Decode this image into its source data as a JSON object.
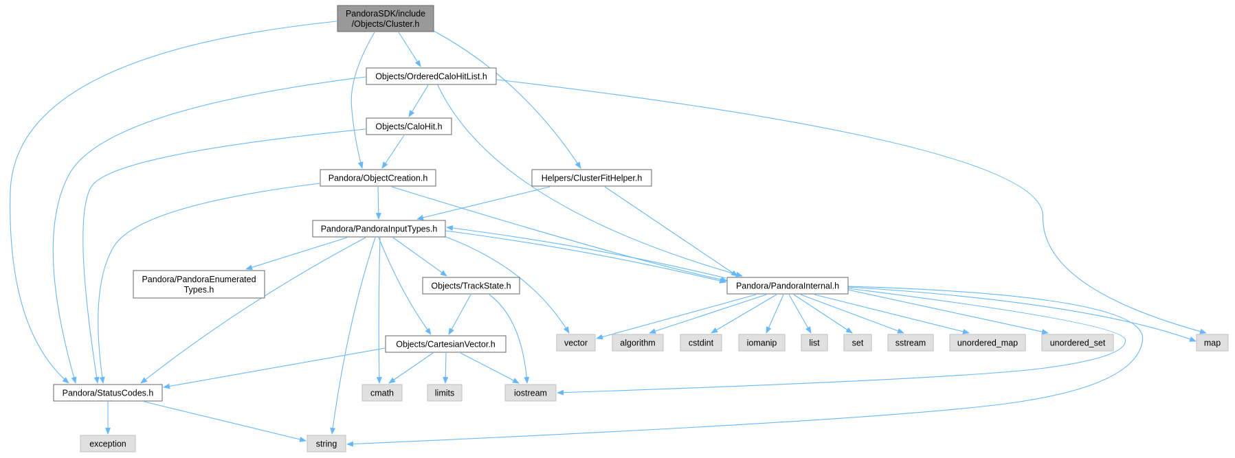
{
  "colors": {
    "edge": "#63b8ff",
    "root_fill": "#999999",
    "local_fill": "#ffffff",
    "system_fill": "#e0e0e0",
    "border": "#666666",
    "system_border": "#bfbfbf"
  },
  "nodes": [
    {
      "id": "cluster_h",
      "kind": "root",
      "lines": [
        "PandoraSDK/include",
        "/Objects/Cluster.h"
      ]
    },
    {
      "id": "ordered_calo_hit_list_h",
      "kind": "local",
      "lines": [
        "Objects/OrderedCaloHitList.h"
      ]
    },
    {
      "id": "calo_hit_h",
      "kind": "local",
      "lines": [
        "Objects/CaloHit.h"
      ]
    },
    {
      "id": "object_creation_h",
      "kind": "local",
      "lines": [
        "Pandora/ObjectCreation.h"
      ]
    },
    {
      "id": "cluster_fit_helper_h",
      "kind": "local",
      "lines": [
        "Helpers/ClusterFitHelper.h"
      ]
    },
    {
      "id": "pandora_input_types_h",
      "kind": "local",
      "lines": [
        "Pandora/PandoraInputTypes.h"
      ]
    },
    {
      "id": "pandora_enumerated_types_h",
      "kind": "local",
      "lines": [
        "Pandora/PandoraEnumerated",
        "Types.h"
      ]
    },
    {
      "id": "track_state_h",
      "kind": "local",
      "lines": [
        "Objects/TrackState.h"
      ]
    },
    {
      "id": "pandora_internal_h",
      "kind": "local",
      "lines": [
        "Pandora/PandoraInternal.h"
      ]
    },
    {
      "id": "cartesian_vector_h",
      "kind": "local",
      "lines": [
        "Objects/CartesianVector.h"
      ]
    },
    {
      "id": "status_codes_h",
      "kind": "local",
      "lines": [
        "Pandora/StatusCodes.h"
      ]
    },
    {
      "id": "vector",
      "kind": "system",
      "lines": [
        "vector"
      ]
    },
    {
      "id": "algorithm",
      "kind": "system",
      "lines": [
        "algorithm"
      ]
    },
    {
      "id": "cstdint",
      "kind": "system",
      "lines": [
        "cstdint"
      ]
    },
    {
      "id": "iomanip",
      "kind": "system",
      "lines": [
        "iomanip"
      ]
    },
    {
      "id": "list",
      "kind": "system",
      "lines": [
        "list"
      ]
    },
    {
      "id": "set",
      "kind": "system",
      "lines": [
        "set"
      ]
    },
    {
      "id": "sstream",
      "kind": "system",
      "lines": [
        "sstream"
      ]
    },
    {
      "id": "unordered_map",
      "kind": "system",
      "lines": [
        "unordered_map"
      ]
    },
    {
      "id": "unordered_set",
      "kind": "system",
      "lines": [
        "unordered_set"
      ]
    },
    {
      "id": "map",
      "kind": "system",
      "lines": [
        "map"
      ]
    },
    {
      "id": "cmath",
      "kind": "system",
      "lines": [
        "cmath"
      ]
    },
    {
      "id": "limits",
      "kind": "system",
      "lines": [
        "limits"
      ]
    },
    {
      "id": "iostream",
      "kind": "system",
      "lines": [
        "iostream"
      ]
    },
    {
      "id": "exception",
      "kind": "system",
      "lines": [
        "exception"
      ]
    },
    {
      "id": "string",
      "kind": "system",
      "lines": [
        "string"
      ]
    }
  ],
  "edges": [
    {
      "from": "cluster_h",
      "to": "ordered_calo_hit_list_h"
    },
    {
      "from": "cluster_h",
      "to": "object_creation_h"
    },
    {
      "from": "cluster_h",
      "to": "cluster_fit_helper_h"
    },
    {
      "from": "cluster_h",
      "to": "status_codes_h"
    },
    {
      "from": "ordered_calo_hit_list_h",
      "to": "calo_hit_h"
    },
    {
      "from": "ordered_calo_hit_list_h",
      "to": "pandora_internal_h"
    },
    {
      "from": "ordered_calo_hit_list_h",
      "to": "status_codes_h"
    },
    {
      "from": "ordered_calo_hit_list_h",
      "to": "map"
    },
    {
      "from": "calo_hit_h",
      "to": "object_creation_h"
    },
    {
      "from": "calo_hit_h",
      "to": "status_codes_h"
    },
    {
      "from": "object_creation_h",
      "to": "pandora_input_types_h"
    },
    {
      "from": "object_creation_h",
      "to": "pandora_internal_h"
    },
    {
      "from": "object_creation_h",
      "to": "status_codes_h"
    },
    {
      "from": "cluster_fit_helper_h",
      "to": "pandora_input_types_h"
    },
    {
      "from": "cluster_fit_helper_h",
      "to": "pandora_internal_h"
    },
    {
      "from": "pandora_input_types_h",
      "to": "pandora_enumerated_types_h"
    },
    {
      "from": "pandora_input_types_h",
      "to": "track_state_h"
    },
    {
      "from": "pandora_input_types_h",
      "to": "cartesian_vector_h"
    },
    {
      "from": "pandora_input_types_h",
      "to": "pandora_internal_h"
    },
    {
      "from": "pandora_input_types_h",
      "to": "status_codes_h"
    },
    {
      "from": "pandora_input_types_h",
      "to": "vector"
    },
    {
      "from": "pandora_input_types_h",
      "to": "cmath"
    },
    {
      "from": "pandora_input_types_h",
      "to": "string"
    },
    {
      "from": "track_state_h",
      "to": "cartesian_vector_h"
    },
    {
      "from": "track_state_h",
      "to": "iostream"
    },
    {
      "from": "cartesian_vector_h",
      "to": "status_codes_h"
    },
    {
      "from": "cartesian_vector_h",
      "to": "cmath"
    },
    {
      "from": "cartesian_vector_h",
      "to": "limits"
    },
    {
      "from": "cartesian_vector_h",
      "to": "iostream"
    },
    {
      "from": "pandora_internal_h",
      "to": "pandora_input_types_h"
    },
    {
      "from": "pandora_internal_h",
      "to": "vector"
    },
    {
      "from": "pandora_internal_h",
      "to": "algorithm"
    },
    {
      "from": "pandora_internal_h",
      "to": "cstdint"
    },
    {
      "from": "pandora_internal_h",
      "to": "iomanip"
    },
    {
      "from": "pandora_internal_h",
      "to": "list"
    },
    {
      "from": "pandora_internal_h",
      "to": "set"
    },
    {
      "from": "pandora_internal_h",
      "to": "sstream"
    },
    {
      "from": "pandora_internal_h",
      "to": "unordered_map"
    },
    {
      "from": "pandora_internal_h",
      "to": "unordered_set"
    },
    {
      "from": "pandora_internal_h",
      "to": "map"
    },
    {
      "from": "pandora_internal_h",
      "to": "iostream"
    },
    {
      "from": "pandora_internal_h",
      "to": "string"
    },
    {
      "from": "status_codes_h",
      "to": "exception"
    },
    {
      "from": "status_codes_h",
      "to": "string"
    }
  ]
}
